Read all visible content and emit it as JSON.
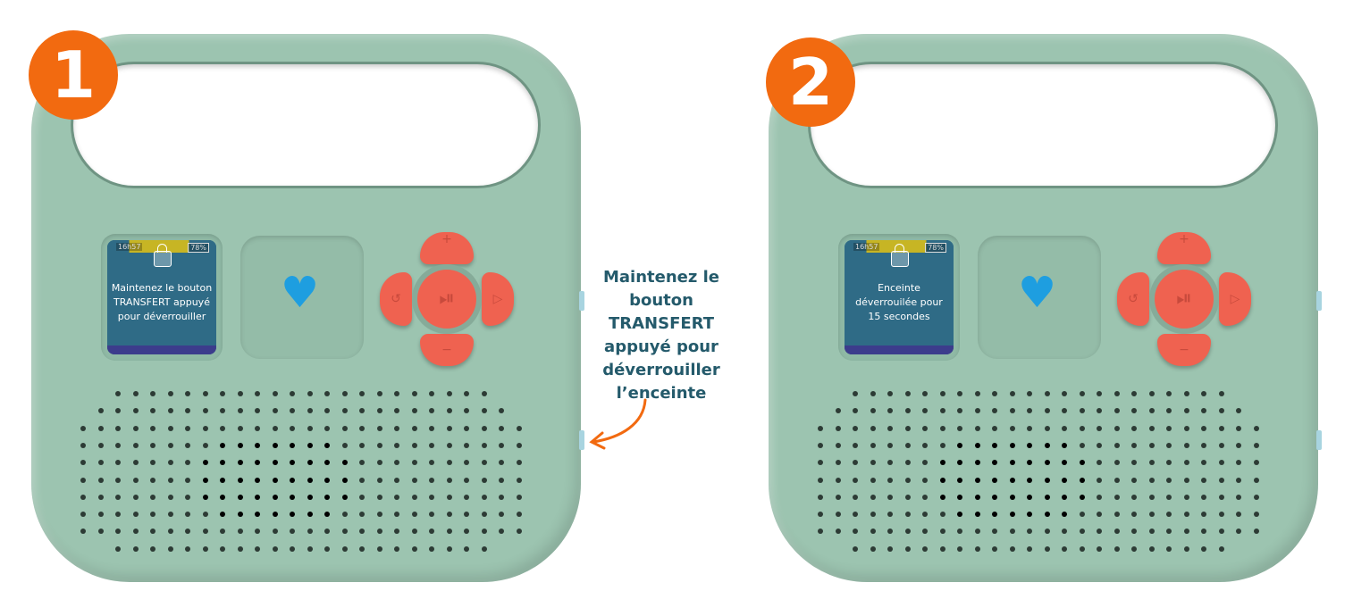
{
  "steps": [
    {
      "number": "1",
      "screen": {
        "time": "16h57",
        "battery": "78%",
        "message": "Maintenez le bouton TRANSFERT appuyé pour déverrouiller"
      }
    },
    {
      "number": "2",
      "screen": {
        "time": "16h57",
        "battery": "78%",
        "message": "Enceinte déverrouilée pour 15 secondes"
      }
    }
  ],
  "annotation": "Maintenez le bouton TRANSFERT appuyé pour déverrouiller l’enceinte",
  "colors": {
    "badge": "#f26a10",
    "device": "#9cc4b0",
    "buttons": "#ef6250",
    "heart": "#1e9ee0",
    "annotation": "#245a6b"
  }
}
